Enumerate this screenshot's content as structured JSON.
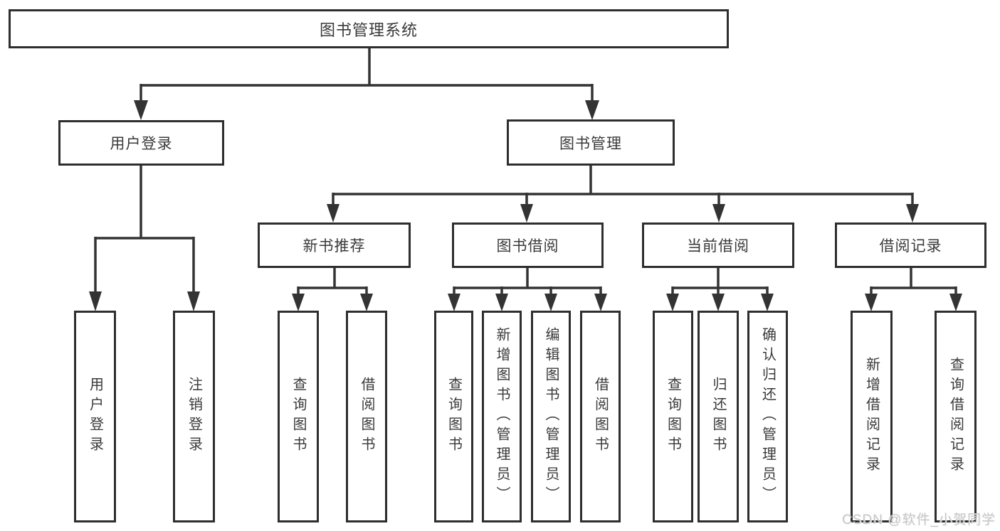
{
  "diagram": {
    "title": "图书管理系统",
    "nodes": {
      "root": "图书管理系统",
      "user_login": "用户登录",
      "book_management": "图书管理",
      "new_book_recommendation": "新书推荐",
      "book_borrowing": "图书借阅",
      "current_borrowing": "当前借阅",
      "borrowing_records": "借阅记录"
    },
    "leaves": {
      "user_login_children": [
        "用户登录",
        "注销登录"
      ],
      "new_book_children": [
        "查询图书",
        "借阅图书"
      ],
      "book_borrowing_children": [
        "查询图书",
        "新增图书（管理员）",
        "编辑图书（管理员）",
        "借阅图书"
      ],
      "current_borrowing_children": [
        "查询图书",
        "归还图书",
        "确认归还（管理员）"
      ],
      "borrowing_records_children": [
        "新增借阅记录",
        "查询借阅记录"
      ]
    },
    "colors": {
      "line": "#333333",
      "box_border": "#2e2e2e",
      "box_fill": "#ffffff",
      "text": "#3a3a3a",
      "watermark_text": "#c7c7c7"
    }
  },
  "watermark": "CSDN @软件_小贺同学"
}
